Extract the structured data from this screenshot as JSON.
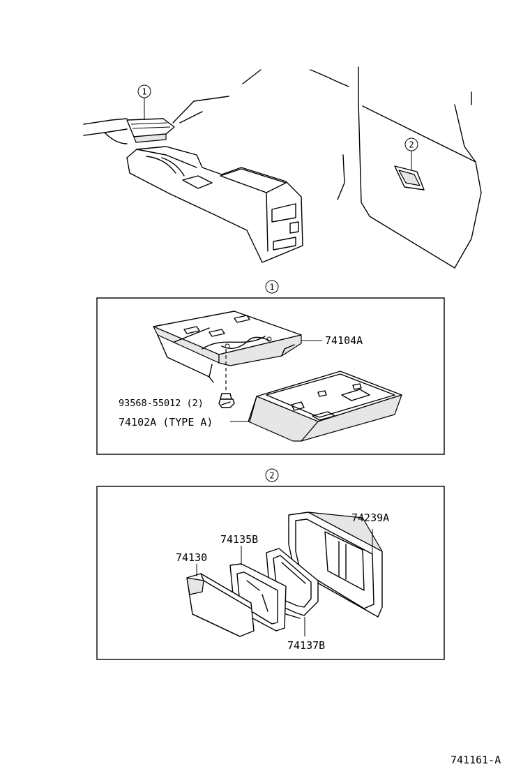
{
  "overview": {
    "callouts": [
      "1",
      "2"
    ]
  },
  "section1": {
    "marker": "1",
    "parts": {
      "bracket": "74104A",
      "screw": "93568-55012 (2)",
      "ashtray": "74102A (TYPE  A)"
    }
  },
  "section2": {
    "marker": "2",
    "parts": {
      "housing": "74239A",
      "frame": "74135B",
      "tray": "74130",
      "spring": "74137B"
    }
  },
  "drawing_number": "741161-A"
}
